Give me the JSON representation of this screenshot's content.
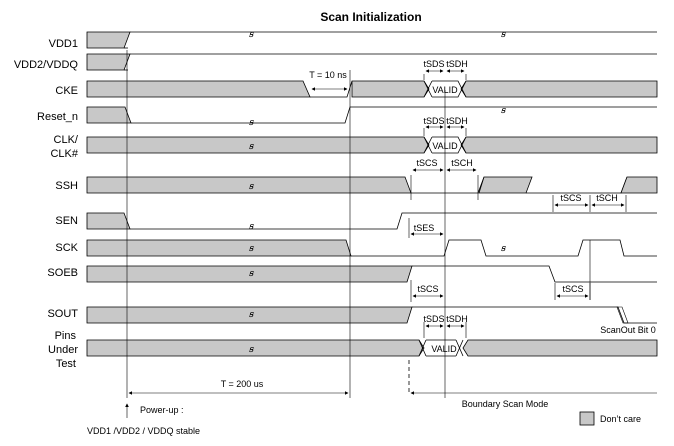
{
  "title": "Scan Initialization",
  "signals": [
    {
      "id": "vdd1",
      "label": "VDD1"
    },
    {
      "id": "vdd2",
      "label": "VDD2/VDDQ"
    },
    {
      "id": "cke",
      "label": "CKE"
    },
    {
      "id": "reset",
      "label": "Reset_n"
    },
    {
      "id": "clk1",
      "label": "CLK/"
    },
    {
      "id": "clk2",
      "label": "CLK#"
    },
    {
      "id": "ssh",
      "label": "SSH"
    },
    {
      "id": "sen",
      "label": "SEN"
    },
    {
      "id": "sck",
      "label": "SCK"
    },
    {
      "id": "soeb",
      "label": "SOEB"
    },
    {
      "id": "sout",
      "label": "SOUT"
    },
    {
      "id": "pins1",
      "label": "Pins"
    },
    {
      "id": "pins2",
      "label": "Under"
    },
    {
      "id": "pins3",
      "label": "Test"
    }
  ],
  "annotations": {
    "t10": "T = 10 ns",
    "t200": "T = 200 us",
    "valid": "VALID",
    "tsds": "tSDS",
    "tsdh": "tSDH",
    "tscs": "tSCS",
    "tsch": "tSCH",
    "tses": "tSES",
    "scanout": "ScanOut Bit 0",
    "boundary": "Boundary Scan Mode",
    "powerup": "Power-up :",
    "vddstable": "VDD1 /VDD2 / VDDQ stable",
    "dontcare": "Don’t care"
  },
  "colors": {
    "dont_care": "#c8c8c8",
    "line": "#000000"
  }
}
